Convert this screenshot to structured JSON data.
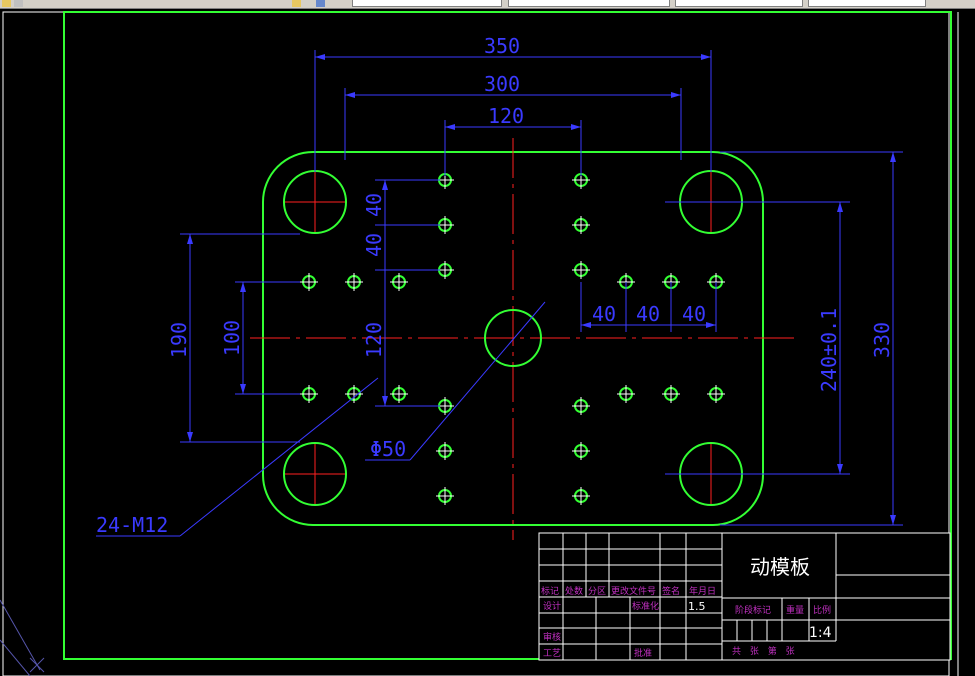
{
  "drawing": {
    "dimensions": {
      "d350": "350",
      "d300": "300",
      "d120_top": "120",
      "d40_a": "40",
      "d40_b": "40",
      "d40_c": "40",
      "d40_v1": "40",
      "d40_v2": "40",
      "d120_v": "120",
      "d190": "190",
      "d100": "100",
      "d240": "240±0.1",
      "d330": "330",
      "phi50": "Φ50",
      "thread_callout": "24-M12"
    }
  },
  "title_block": {
    "part_name": "动模板",
    "headers": {
      "mark": "标记",
      "count": "处数",
      "zone": "分区",
      "change_doc": "更改文件号",
      "signature": "签名",
      "date": "年月日"
    },
    "rows": {
      "design": "设计",
      "standardize": "标准化",
      "review": "审核",
      "process": "工艺",
      "approve": "批准"
    },
    "misc": {
      "stage_mark": "阶段标记",
      "weight": "重量",
      "scale_label": "比例",
      "scale_value": "1:4",
      "value_15": "1.5",
      "sheets": "共 张 第 张"
    }
  },
  "colors": {
    "outline": "#33ff33",
    "center": "#ff2020",
    "dimension": "#3a3aff",
    "hole": "#33ff33",
    "title_text": "#c030c0",
    "border": "#ffffff"
  },
  "icons": [
    "open-folder-icon",
    "layer-icon",
    "properties-icon"
  ]
}
